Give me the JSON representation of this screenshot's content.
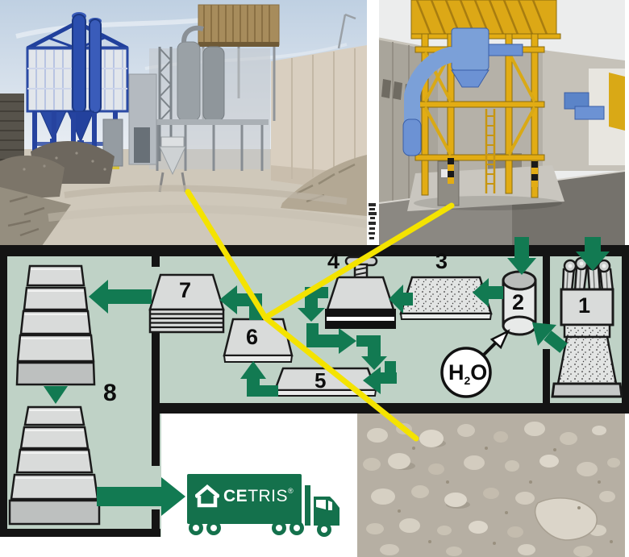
{
  "diagram": {
    "station_labels": [
      "1",
      "2",
      "3",
      "4",
      "5",
      "6",
      "7",
      "8"
    ],
    "water": {
      "h": "H",
      "sub": "2",
      "o": "O"
    }
  },
  "truck": {
    "brand_bold": "CE",
    "brand_rest": "TRIS",
    "registered": "®"
  },
  "colors": {
    "diagram_bg": "#bfd2c6",
    "arrow_green": "#127a52",
    "wall_black": "#141414",
    "highlight_yellow": "#f4e300",
    "truck_green": "#14714c",
    "board_grey": "#d9dbda",
    "board_dark": "#bdc0bf"
  },
  "photos": {
    "top_left_alt": "Plant yard with blue filter units, silos and material piles",
    "top_right_alt": "Yellow dosing tower with blue ducting beside concrete wall",
    "bottom_right_alt": "Crushed grey mineral material"
  }
}
